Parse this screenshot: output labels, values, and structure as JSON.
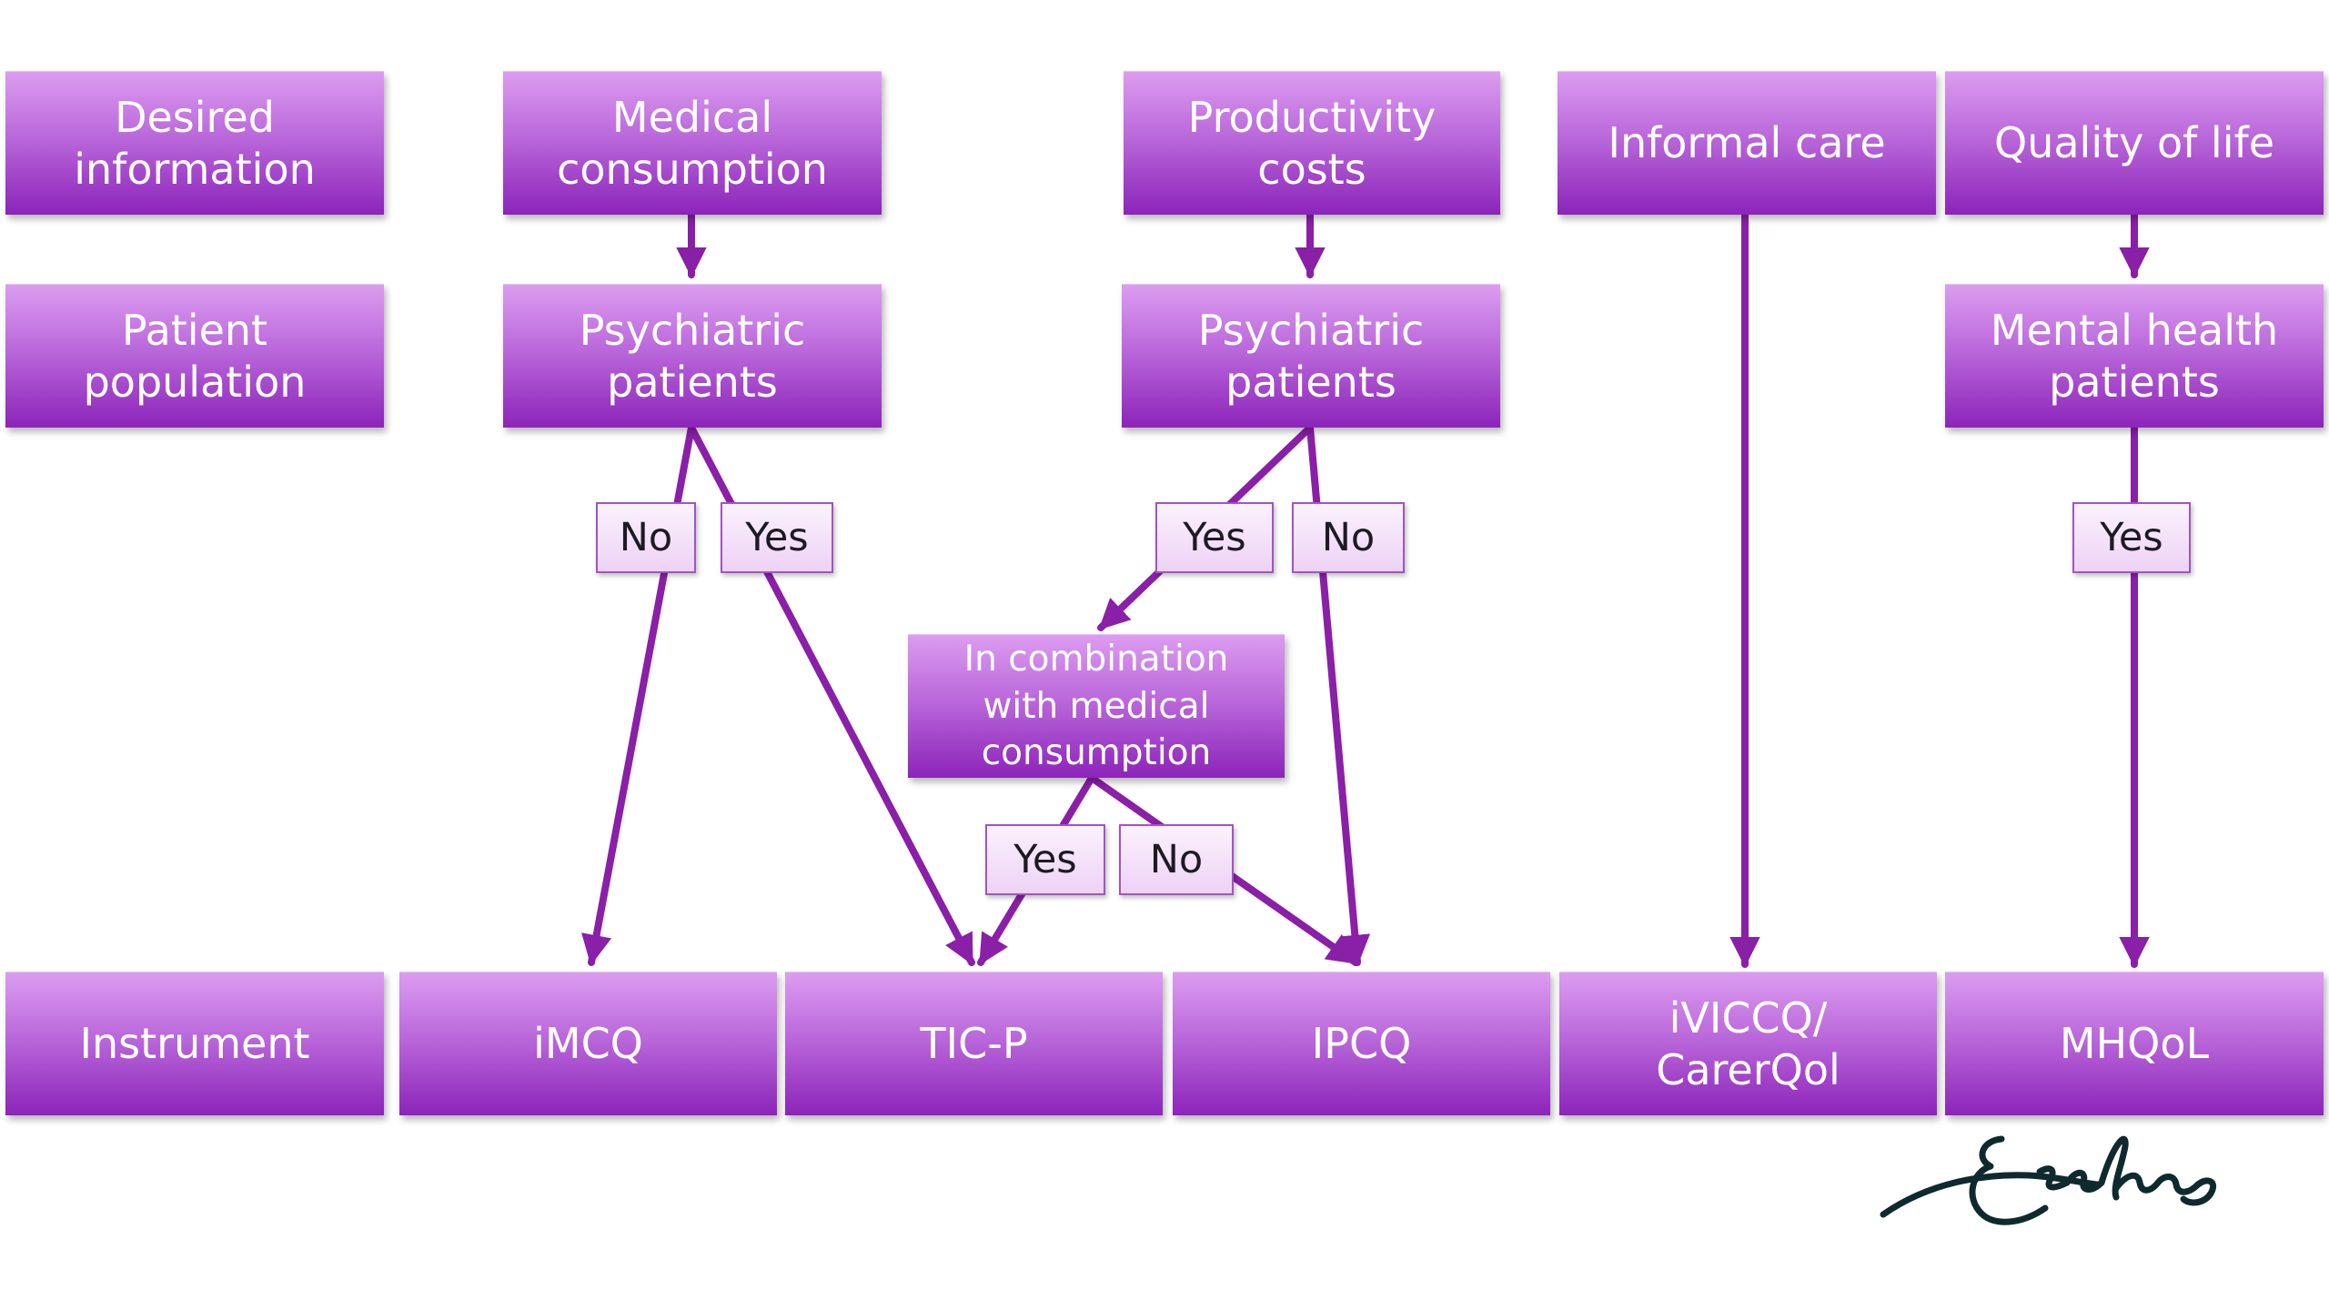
{
  "colors": {
    "box_top": "#dc9cf0",
    "box_bottom": "#8c24ba",
    "arrow": "#8a1fa8",
    "label_fill": "#f3e0f9",
    "logo": "#0f2a2e"
  },
  "rows": {
    "desired_information": "Desired\ninformation",
    "patient_population": "Patient\npopulation",
    "instrument": "Instrument"
  },
  "categories": {
    "medical_consumption": "Medical\nconsumption",
    "productivity_costs": "Productivity\ncosts",
    "informal_care": "Informal care",
    "quality_of_life": "Quality of life"
  },
  "populations": {
    "psychiatric_a": "Psychiatric\npatients",
    "psychiatric_b": "Psychiatric\npatients",
    "mental_health": "Mental health\npatients"
  },
  "decision": {
    "combination": "In combination\nwith medical\nconsumption"
  },
  "instruments": {
    "imcq": "iMCQ",
    "ticp": "TIC-P",
    "ipcq": "IPCQ",
    "iviccq": "iVICCQ/\nCarerQol",
    "mhqol": "MHQoL"
  },
  "edge_labels": {
    "med_no": "No",
    "med_yes": "Yes",
    "prod_yes": "Yes",
    "prod_no": "No",
    "comb_yes": "Yes",
    "comb_no": "No",
    "qol_yes": "Yes"
  },
  "logo": {
    "icon": "erasmus-signature-logo"
  }
}
